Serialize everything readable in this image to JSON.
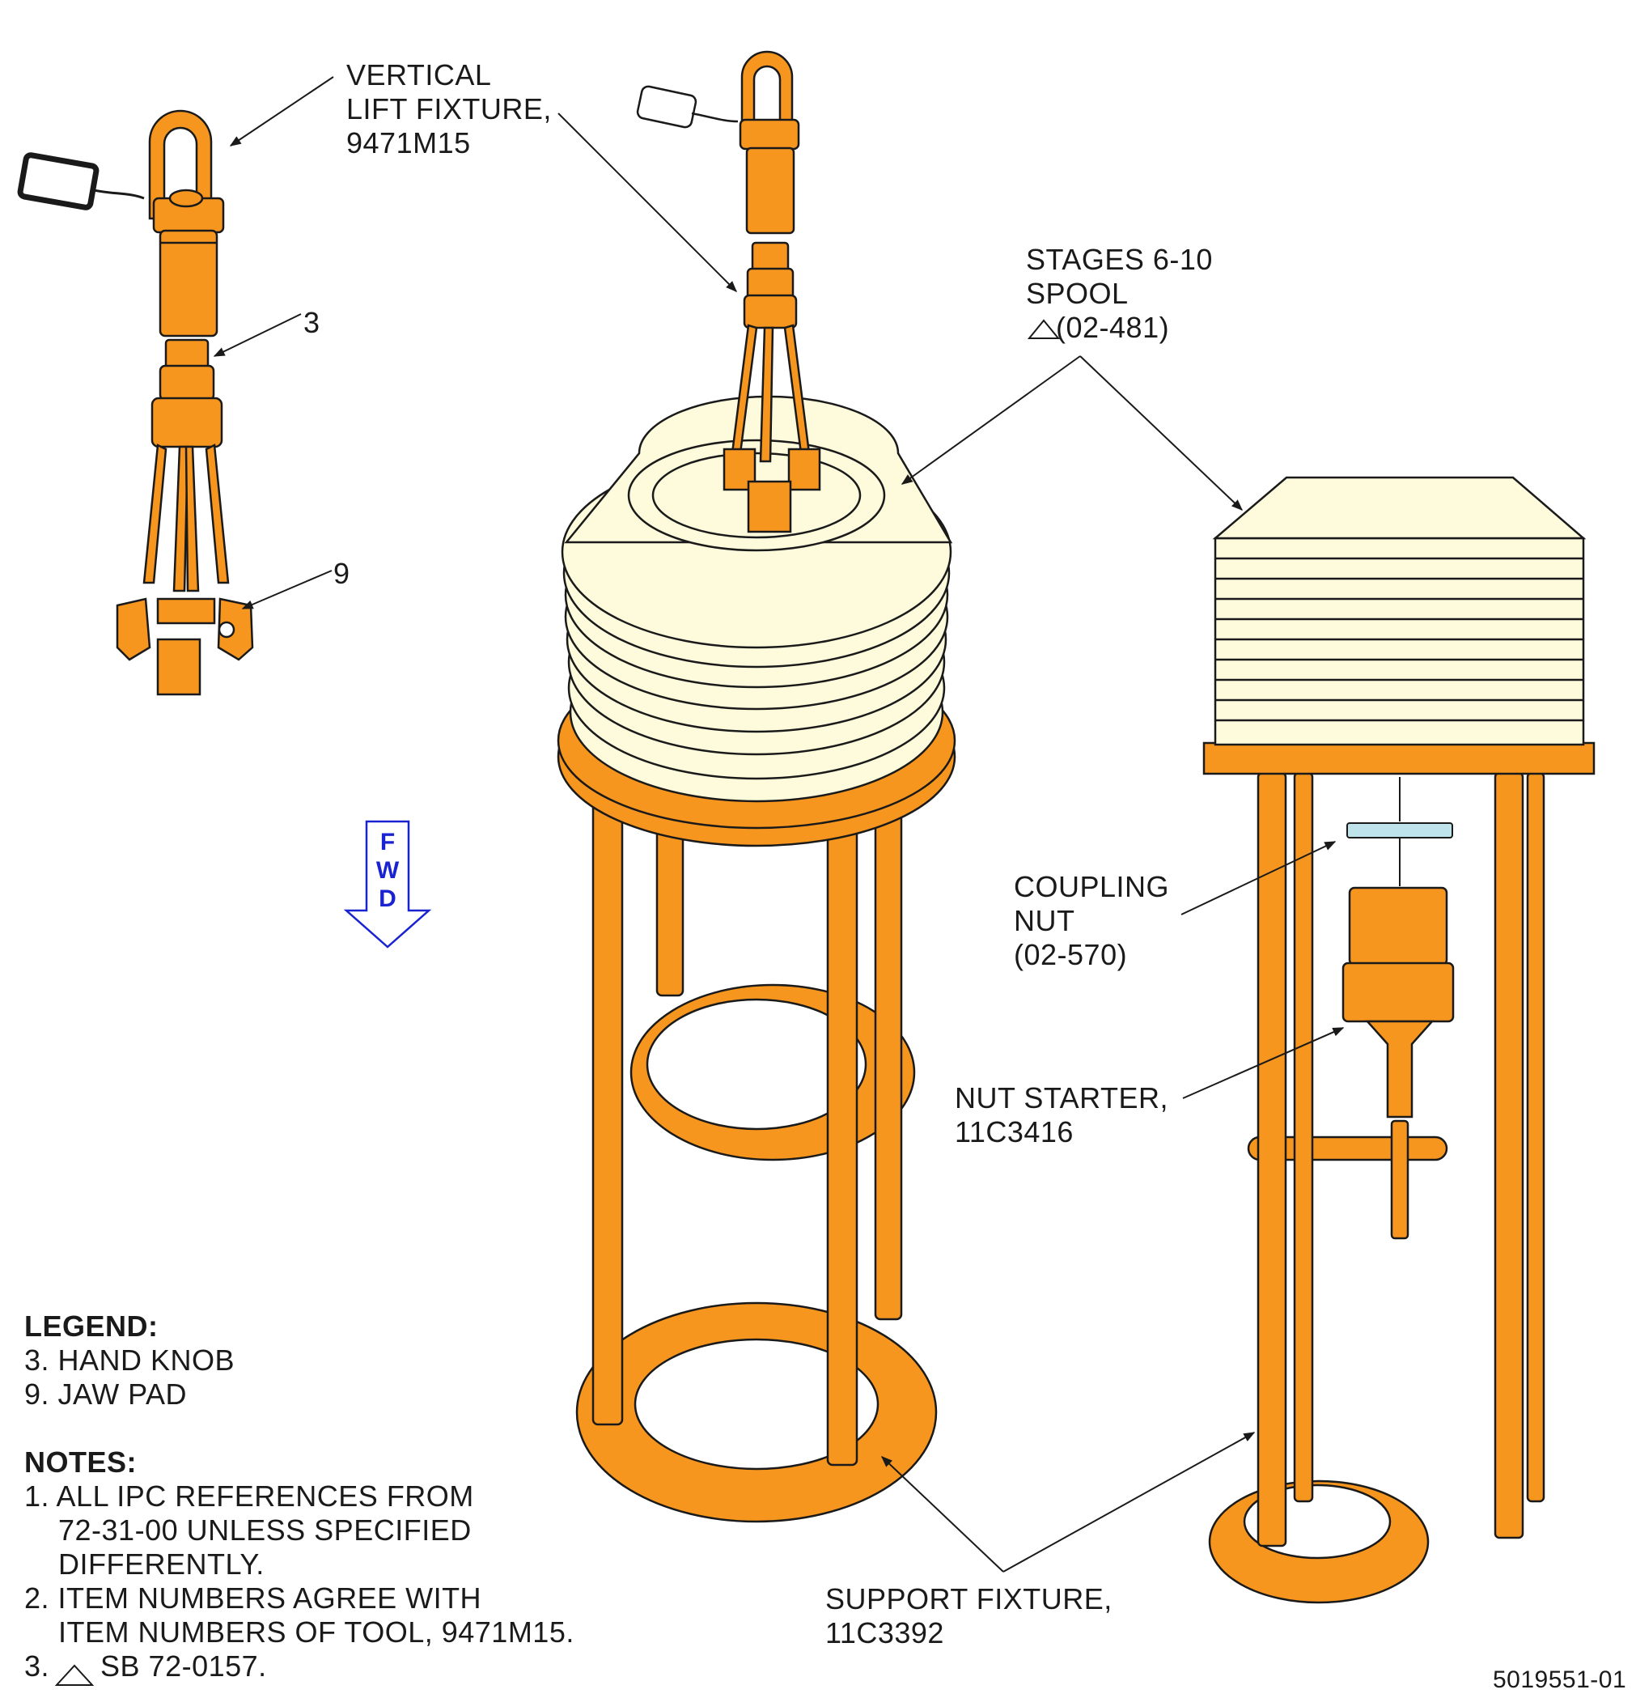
{
  "labels": {
    "vertical_lift": [
      "VERTICAL",
      "LIFT FIXTURE,",
      "9471M15"
    ],
    "item3": "3",
    "item9": "9",
    "spool": [
      "STAGES 6-10",
      "SPOOL",
      "(02-481)"
    ],
    "coupling": [
      "COUPLING",
      "NUT",
      "(02-570)"
    ],
    "nut_starter": [
      "NUT STARTER,",
      "11C3416"
    ],
    "support": [
      "SUPPORT FIXTURE,",
      "11C3392"
    ],
    "fwd": [
      "F",
      "W",
      "D"
    ],
    "figure_number": "5019551-01"
  },
  "legend": {
    "title": "LEGEND:",
    "items": [
      "3. HAND KNOB",
      "9. JAW PAD"
    ]
  },
  "notes": {
    "title": "NOTES:",
    "lines": [
      "1. ALL IPC REFERENCES FROM",
      "    72-31-00 UNLESS SPECIFIED",
      "    DIFFERENTLY.",
      "2. ITEM NUMBERS AGREE WITH",
      "    ITEM NUMBERS OF TOOL, 9471M15.",
      "3.      SB 72-0157."
    ]
  },
  "colors": {
    "orange": "#f7961e",
    "cream": "#fdfbdc",
    "outline": "#1a1a1a",
    "nut_blue": "#bfe3ea",
    "fwd_blue": "#1a23d0"
  }
}
